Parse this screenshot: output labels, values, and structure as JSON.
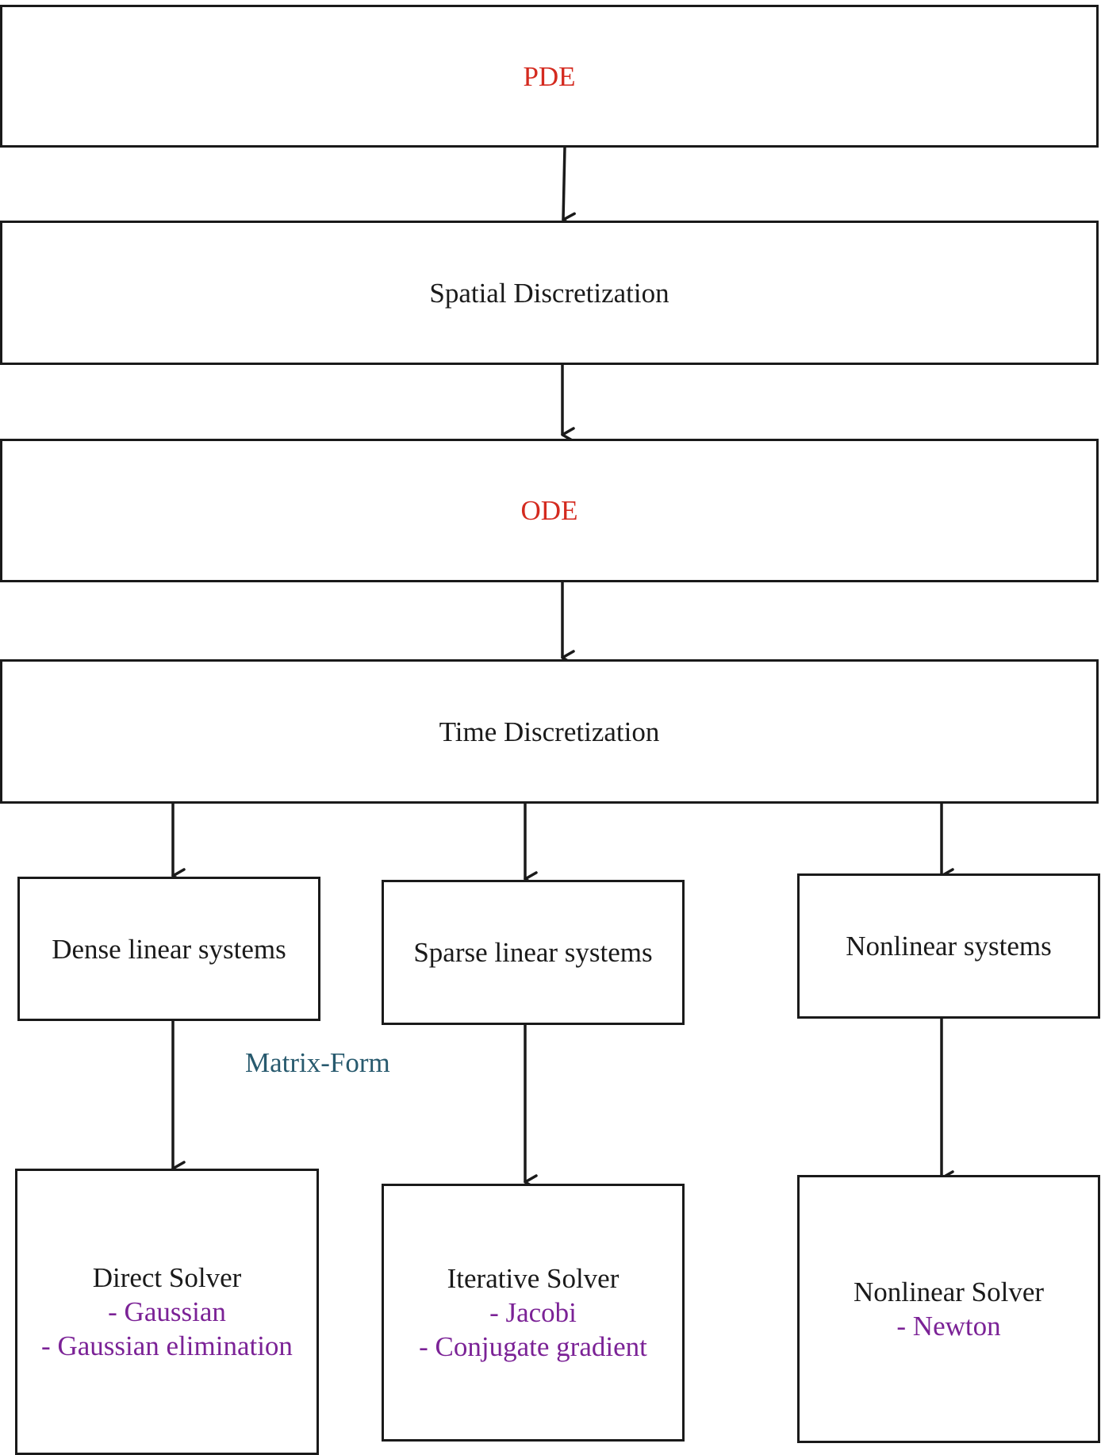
{
  "nodes": {
    "pde": {
      "label": "PDE"
    },
    "spatial": {
      "label": "Spatial Discretization"
    },
    "ode": {
      "label": "ODE"
    },
    "time": {
      "label": "Time Discretization"
    },
    "dense": {
      "label": "Dense linear systems"
    },
    "sparse": {
      "label": "Sparse linear systems"
    },
    "nonlinear": {
      "label": "Nonlinear systems"
    },
    "direct": {
      "label": "Direct Solver",
      "items": [
        "- Gaussian",
        "- Gaussian elimination"
      ]
    },
    "iterative": {
      "label": "Iterative Solver",
      "items": [
        "- Jacobi",
        "- Conjugate gradient"
      ]
    },
    "nonlinear_solver": {
      "label": "Nonlinear Solver",
      "items": [
        "- Newton"
      ]
    }
  },
  "annotations": {
    "matrix_form": "Matrix-Form"
  },
  "colors": {
    "line": "#1a1a1a",
    "problem_text": "#d42a1f",
    "method_text": "#7b2296",
    "annotation_text": "#285a6e"
  }
}
